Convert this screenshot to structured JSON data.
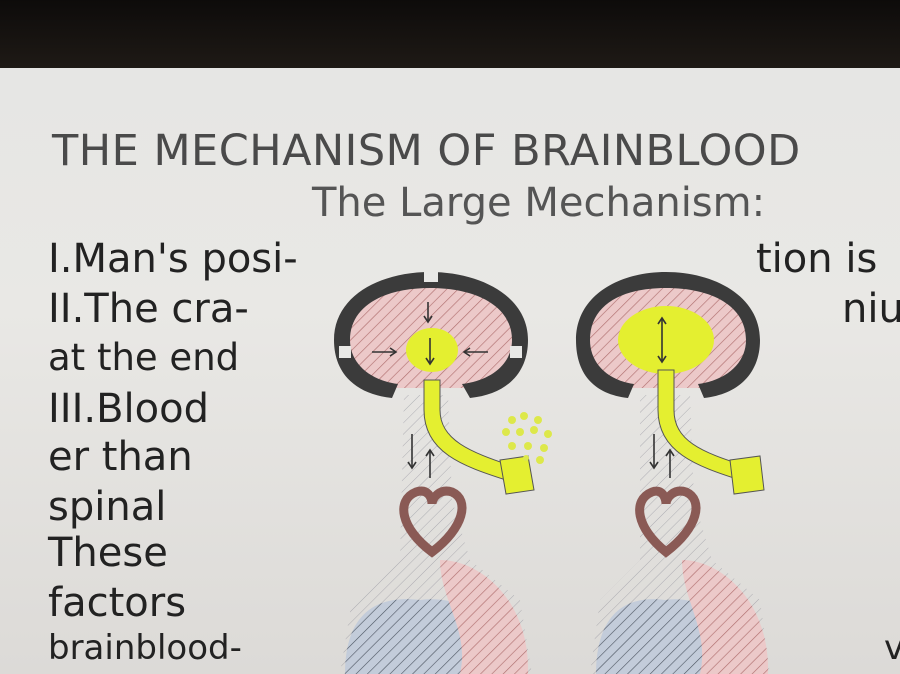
{
  "poster": {
    "title": "THE MECHANISM OF BRAINBLOOD",
    "subtitle": "The Large Mechanism:",
    "left_column": [
      "I.Man's posi-",
      "II.The cra-",
      "at the end",
      "III.Blood",
      "er than",
      "spinal",
      "These",
      "factors",
      "brainblood-"
    ],
    "right_column": [
      "tion is",
      "niu",
      "v"
    ],
    "colors": {
      "brain_pink": "#e8c6c6",
      "fluid_yellow": "#e8f03a",
      "skull_dark": "#3a3a3a",
      "heart_brown": "#8a5a55",
      "blood_blue": "#b8c4d6"
    }
  }
}
